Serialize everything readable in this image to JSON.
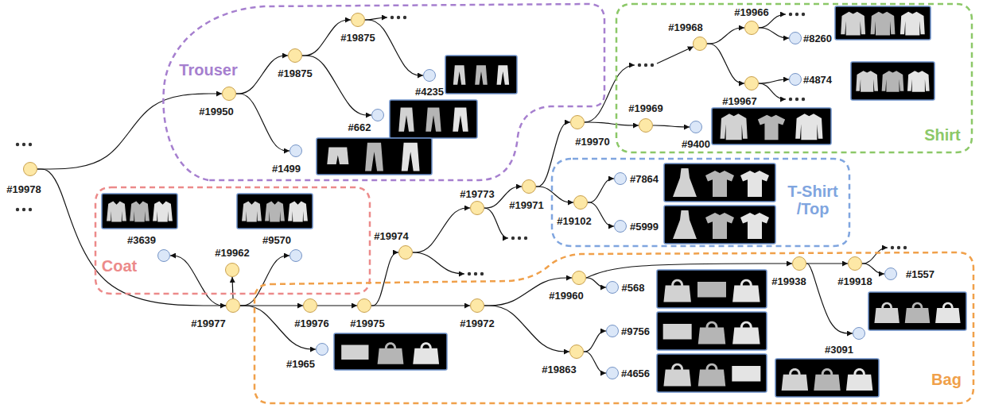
{
  "diagram": {
    "nodes": [
      {
        "text": [
          "#19978"
        ]
      },
      {
        "text": [
          "Trouser"
        ]
      },
      {
        "text": [
          "#19950"
        ],
        "in": 1
      },
      {
        "text": [
          "#19875"
        ],
        "in": 1
      },
      {
        "text": [
          "#19875"
        ],
        "in": 1
      },
      {
        "text": [
          "#4235"
        ],
        "in": 1
      },
      {
        "text": [
          "#662"
        ],
        "in": 1
      },
      {
        "text": [
          "#1499"
        ],
        "in": 1
      },
      {
        "text": [
          "Coat"
        ]
      },
      {
        "text": [
          "#3639"
        ],
        "in": 8
      },
      {
        "text": [
          "#19962"
        ],
        "in": 8
      },
      {
        "text": [
          "#9570"
        ],
        "in": 8
      },
      {
        "text": [
          "#19977"
        ]
      },
      {
        "text": [
          "#19974"
        ]
      },
      {
        "text": [
          "#19773"
        ]
      },
      {
        "text": [
          "#19971"
        ]
      },
      {
        "text": [
          "Bag"
        ]
      },
      {
        "text": [
          "#1965"
        ],
        "in": 16
      },
      {
        "text": [
          "#19976"
        ],
        "in": 16
      },
      {
        "text": [
          "#19975"
        ],
        "in": 16
      },
      {
        "text": [
          "#19972"
        ],
        "in": 16
      },
      {
        "text": [
          "#19960"
        ],
        "in": 16
      },
      {
        "text": [
          "#568"
        ],
        "in": 16
      },
      {
        "text": [
          "#19863"
        ],
        "in": 16
      },
      {
        "text": [
          "#9756"
        ],
        "in": 16
      },
      {
        "text": [
          "#4656"
        ],
        "in": 16
      },
      {
        "text": [
          "#19938"
        ],
        "in": 16
      },
      {
        "text": [
          "#19918"
        ],
        "in": 16
      },
      {
        "text": [
          "#1557"
        ],
        "in": 16
      },
      {
        "text": [
          "#3091"
        ],
        "in": 16
      },
      {
        "text": [
          "T-Shirt /Top"
        ]
      },
      {
        "text": [
          "#19102"
        ],
        "in": 30
      },
      {
        "text": [
          "#7864"
        ],
        "in": 30
      },
      {
        "text": [
          "#5999"
        ],
        "in": 30
      },
      {
        "text": [
          "#19970"
        ]
      },
      {
        "text": [
          "Shirt"
        ]
      },
      {
        "text": [
          "#19969"
        ],
        "in": 35
      },
      {
        "text": [
          "#9400"
        ],
        "in": 35
      },
      {
        "text": [
          "#19968"
        ],
        "in": 35
      },
      {
        "text": [
          "#19966"
        ],
        "in": 35
      },
      {
        "text": [
          "#19967"
        ],
        "in": 35
      },
      {
        "text": [
          "#8260"
        ],
        "in": 35
      },
      {
        "text": [
          "#4874"
        ],
        "in": 35
      }
    ],
    "edges": [
      {
        "from": 0,
        "to": 2,
        "arrow": "to"
      },
      {
        "from": 0,
        "to": 12,
        "arrow": "to"
      },
      {
        "from": 2,
        "to": 3,
        "arrow": "to"
      },
      {
        "from": 2,
        "to": 7,
        "arrow": "to"
      },
      {
        "from": 3,
        "to": 4,
        "arrow": "to"
      },
      {
        "from": 3,
        "to": 6,
        "arrow": "to"
      },
      {
        "from": 4,
        "to": 5,
        "arrow": "to"
      },
      {
        "from": 12,
        "to": 9,
        "arrow": "to"
      },
      {
        "from": 12,
        "to": 10,
        "arrow": "to"
      },
      {
        "from": 12,
        "to": 11,
        "arrow": "to"
      },
      {
        "from": 12,
        "to": 18,
        "arrow": "to"
      },
      {
        "from": 12,
        "to": 17,
        "arrow": "to"
      },
      {
        "from": 18,
        "to": 19,
        "arrow": "to"
      },
      {
        "from": 19,
        "to": 13,
        "arrow": "to"
      },
      {
        "from": 19,
        "to": 20,
        "arrow": "to"
      },
      {
        "from": 13,
        "to": 14,
        "arrow": "to"
      },
      {
        "from": 14,
        "to": 15,
        "arrow": "to"
      },
      {
        "from": 15,
        "to": 31,
        "arrow": "to"
      },
      {
        "from": 15,
        "to": 34,
        "arrow": "to"
      },
      {
        "from": 31,
        "to": 32,
        "arrow": "to"
      },
      {
        "from": 31,
        "to": 33,
        "arrow": "to"
      },
      {
        "from": 34,
        "to": 36,
        "arrow": "to"
      },
      {
        "from": 36,
        "to": 37,
        "arrow": "to"
      },
      {
        "from": 38,
        "to": 39,
        "arrow": "to"
      },
      {
        "from": 38,
        "to": 40,
        "arrow": "to"
      },
      {
        "from": 39,
        "to": 41,
        "arrow": "to"
      },
      {
        "from": 40,
        "to": 42,
        "arrow": "to"
      },
      {
        "from": 20,
        "to": 21,
        "arrow": "to"
      },
      {
        "from": 20,
        "to": 23,
        "arrow": "to"
      },
      {
        "from": 21,
        "to": 22,
        "arrow": "to"
      },
      {
        "from": 21,
        "to": 26,
        "arrow": "to"
      },
      {
        "from": 26,
        "to": 27,
        "arrow": "to"
      },
      {
        "from": 26,
        "to": 29,
        "arrow": "to"
      },
      {
        "from": 27,
        "to": 28,
        "arrow": "to"
      },
      {
        "from": 23,
        "to": 24,
        "arrow": "to"
      },
      {
        "from": 23,
        "to": 25,
        "arrow": "to"
      }
    ]
  }
}
